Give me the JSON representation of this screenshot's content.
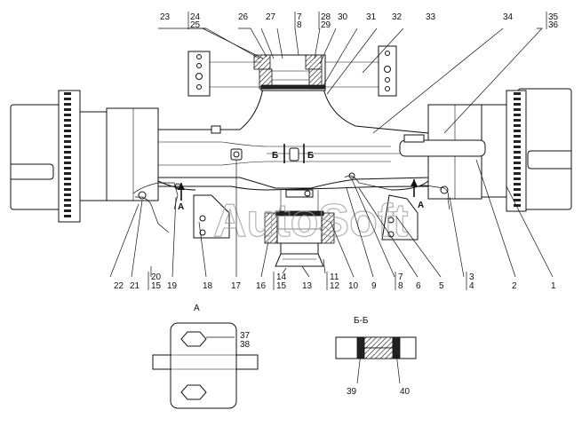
{
  "watermark": "AutoSoft",
  "callouts_top": [
    "23",
    "24",
    "25",
    "26",
    "27",
    "7",
    "8",
    "28",
    "29",
    "30",
    "31",
    "32",
    "33",
    "34",
    "35",
    "36"
  ],
  "callouts_bottom": [
    "22",
    "21",
    "20",
    "15",
    "19",
    "18",
    "17",
    "16",
    "14",
    "15",
    "13",
    "11",
    "12",
    "10",
    "9",
    "7",
    "8",
    "6",
    "5",
    "3",
    "4",
    "2",
    "1"
  ],
  "section_marks": {
    "a_left": "A",
    "a_right": "A",
    "b_left": "Б",
    "b_right": "Б"
  },
  "view_a": {
    "title": "A",
    "callouts": [
      "37",
      "38"
    ]
  },
  "view_bb": {
    "title": "Б-Б",
    "callouts": [
      "39",
      "40"
    ]
  }
}
